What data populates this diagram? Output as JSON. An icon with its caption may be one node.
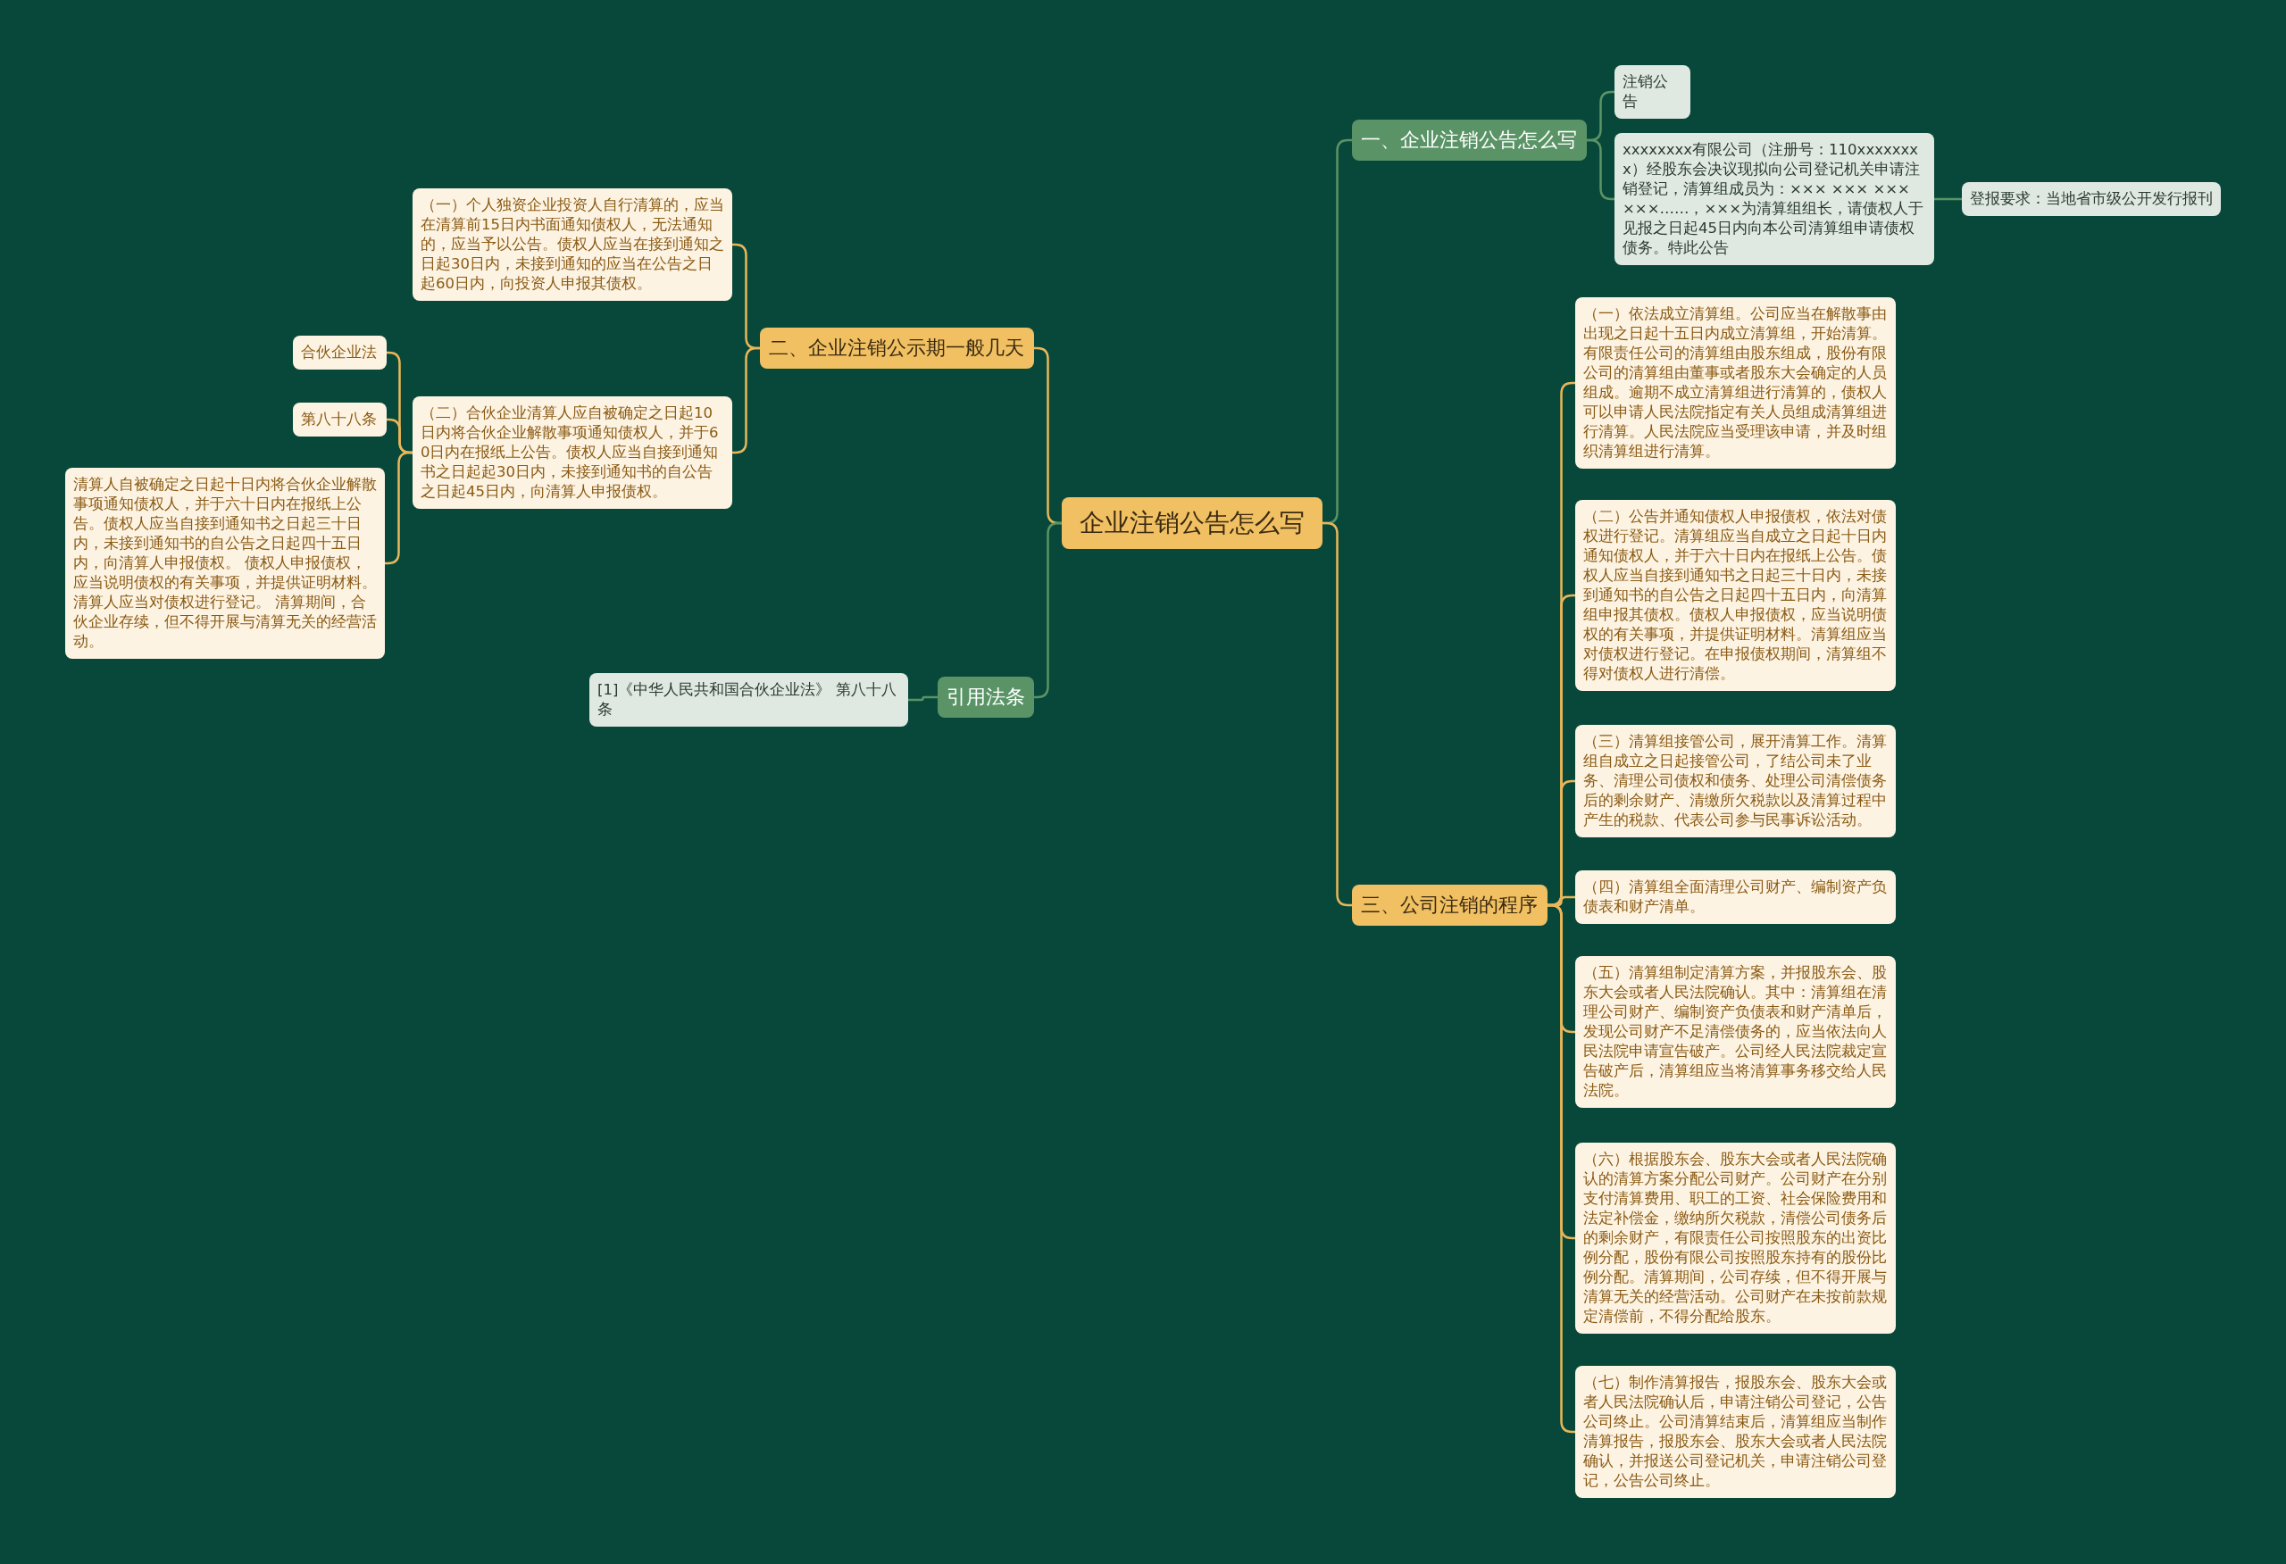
{
  "diagram": {
    "nodes": [
      {
        "text": [
          "企业注销公告怎么写"
        ]
      },
      {
        "text": [
          "一、企业注销公告怎么写"
        ]
      },
      {
        "text": [
          "注销公告"
        ]
      },
      {
        "text": [
          "xxxxxxxx有限公司（注册号：110xxxxxxxx）经股东会决议现拟向公司登记机关申请注销登记，清算组成员为：××× ××× ××× ×××……，×××为清算组组长，请债权人于见报之日起45日内向本公司清算组申请债权债务。特此公告"
        ]
      },
      {
        "text": [
          "登报要求：当地省市级公开发行报刊"
        ]
      },
      {
        "text": [
          "二、企业注销公示期一般几天"
        ]
      },
      {
        "text": [
          "（一）个人独资企业投资人自行清算的，应当在清算前15日内书面通知债权人，无法通知的，应当予以公告。债权人应当在接到通知之日起30日内，未接到通知的应当在公告之日起60日内，向投资人申报其债权。"
        ]
      },
      {
        "text": [
          "（二）合伙企业清算人应自被确定之日起10日内将合伙企业解散事项通知债权人，并于60日内在报纸上公告。债权人应当自接到通知书之日起起30日内，未接到通知书的自公告之日起45日内，向清算人申报债权。"
        ]
      },
      {
        "text": [
          "合伙企业法"
        ]
      },
      {
        "text": [
          "第八十八条"
        ]
      },
      {
        "text": [
          "清算人自被确定之日起十日内将合伙企业解散事项通知债权人，并于六十日内在报纸上公告。债权人应当自接到通知书之日起三十日内，未接到通知书的自公告之日起四十五日内，向清算人申报债权。 债权人申报债权，应当说明债权的有关事项，并提供证明材料。清算人应当对债权进行登记。 清算期间，合伙企业存续，但不得开展与清算无关的经营活动。"
        ]
      },
      {
        "text": [
          "引用法条"
        ]
      },
      {
        "text": [
          "[1]《中华人民共和国合伙企业法》 第八十八条"
        ]
      },
      {
        "text": [
          "三、公司注销的程序"
        ]
      },
      {
        "text": [
          "（一）依法成立清算组。公司应当在解散事由出现之日起十五日内成立清算组，开始清算。有限责任公司的清算组由股东组成，股份有限公司的清算组由董事或者股东大会确定的人员组成。逾期不成立清算组进行清算的，债权人可以申请人民法院指定有关人员组成清算组进行清算。人民法院应当受理该申请，并及时组织清算组进行清算。"
        ]
      },
      {
        "text": [
          "（二）公告并通知债权人申报债权，依法对债权进行登记。清算组应当自成立之日起十日内通知债权人，并于六十日内在报纸上公告。债权人应当自接到通知书之日起三十日内，未接到通知书的自公告之日起四十五日内，向清算组申报其债权。债权人申报债权，应当说明债权的有关事项，并提供证明材料。清算组应当对债权进行登记。在申报债权期间，清算组不得对债权人进行清偿。"
        ]
      },
      {
        "text": [
          "（三）清算组接管公司，展开清算工作。清算组自成立之日起接管公司，了结公司未了业务、清理公司债权和债务、处理公司清偿债务后的剩余财产、清缴所欠税款以及清算过程中产生的税款、代表公司参与民事诉讼活动。"
        ]
      },
      {
        "text": [
          "（四）清算组全面清理公司财产、编制资产负债表和财产清单。"
        ]
      },
      {
        "text": [
          "（五）清算组制定清算方案，并报股东会、股东大会或者人民法院确认。其中：清算组在清理公司财产、编制资产负债表和财产清单后，发现公司财产不足清偿债务的，应当依法向人民法院申请宣告破产。公司经人民法院裁定宣告破产后，清算组应当将清算事务移交给人民法院。"
        ]
      },
      {
        "text": [
          "（六）根据股东会、股东大会或者人民法院确认的清算方案分配公司财产。公司财产在分别支付清算费用、职工的工资、社会保险费用和法定补偿金，缴纳所欠税款，清偿公司债务后的剩余财产，有限责任公司按照股东的出资比例分配，股份有限公司按照股东持有的股份比例分配。清算期间，公司存续，但不得开展与清算无关的经营活动。公司财产在未按前款规定清偿前，不得分配给股东。"
        ]
      },
      {
        "text": [
          "（七）制作清算报告，报股东会、股东大会或者人民法院确认后，申请注销公司登记，公告公司终止。公司清算结束后，清算组应当制作清算报告，报股东会、股东大会或者人民法院确认，并报送公司登记机关，申请注销公司登记，公告公司终止。"
        ]
      }
    ],
    "edges": [
      {
        "from": 0,
        "to": 1,
        "arrow": "none",
        "color": "#5a9466"
      },
      {
        "from": 0,
        "to": 5,
        "arrow": "none"
      },
      {
        "from": 0,
        "to": 11,
        "arrow": "none",
        "color": "#5a9466"
      },
      {
        "from": 0,
        "to": 13,
        "arrow": "none"
      },
      {
        "from": 1,
        "to": 2,
        "arrow": "none",
        "color": "#5a9466"
      },
      {
        "from": 1,
        "to": 3,
        "arrow": "none",
        "color": "#5a9466"
      },
      {
        "from": 3,
        "to": 4,
        "arrow": "none",
        "color": "#5a9466"
      },
      {
        "from": 5,
        "to": 6,
        "arrow": "none"
      },
      {
        "from": 5,
        "to": 7,
        "arrow": "none"
      },
      {
        "from": 7,
        "to": 8,
        "arrow": "none"
      },
      {
        "from": 7,
        "to": 9,
        "arrow": "none"
      },
      {
        "from": 7,
        "to": 10,
        "arrow": "none"
      },
      {
        "from": 11,
        "to": 12,
        "arrow": "none",
        "color": "#5a9466"
      },
      {
        "from": 13,
        "to": 14,
        "arrow": "none"
      },
      {
        "from": 13,
        "to": 15,
        "arrow": "none"
      },
      {
        "from": 13,
        "to": 16,
        "arrow": "none"
      },
      {
        "from": 13,
        "to": 17,
        "arrow": "none"
      },
      {
        "from": 13,
        "to": 18,
        "arrow": "none"
      },
      {
        "from": 13,
        "to": 19,
        "arrow": "none"
      },
      {
        "from": 13,
        "to": 20,
        "arrow": "none"
      }
    ]
  }
}
